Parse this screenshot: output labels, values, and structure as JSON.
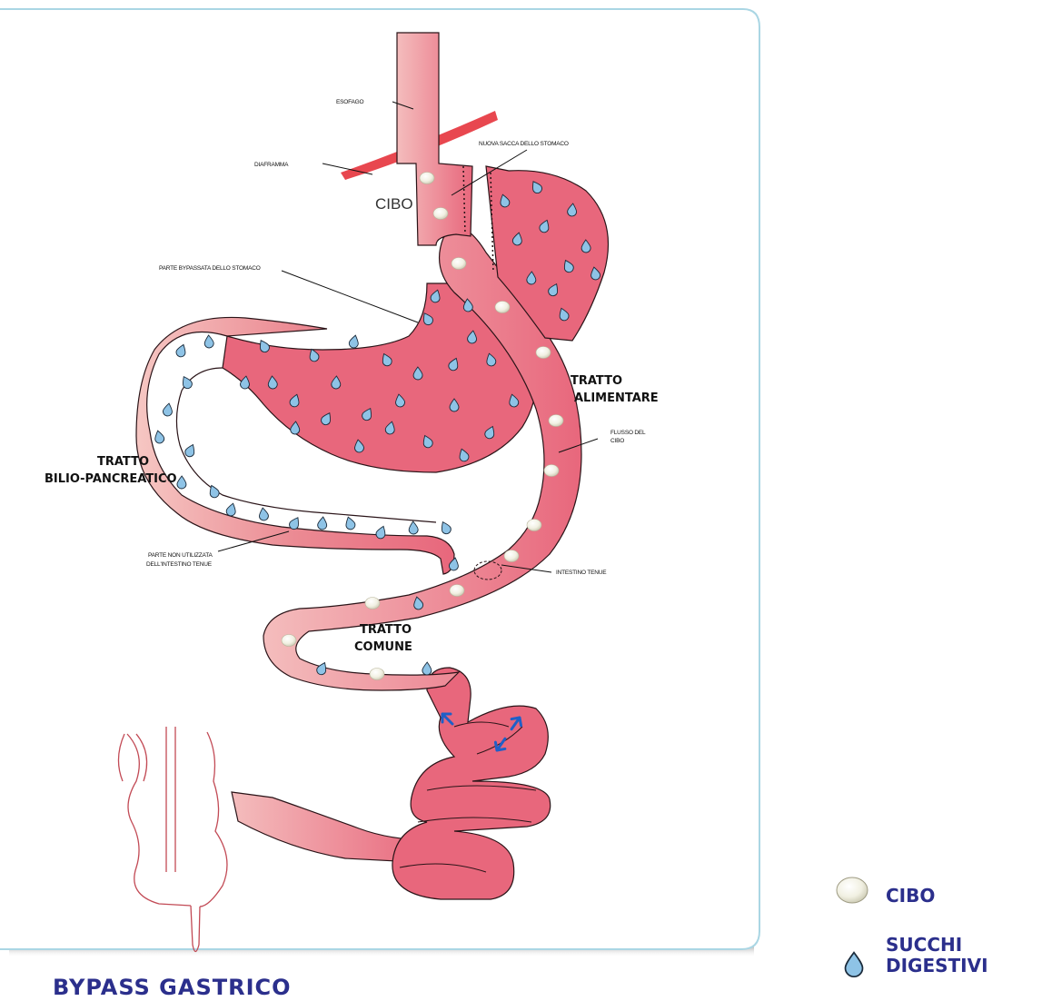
{
  "title": "BYPASS  GASTRICO",
  "labels": {
    "esofago": "ESOFAGO",
    "diaframma": "DIAFRAMMA",
    "nuova_sacca": "NUOVA SACCA DELLO STOMACO",
    "cibo_inner": "CIBO",
    "parte_bypassata": "PARTE BYPASSATA DELLO STOMACO",
    "tratto_alimentare_1": "TRATTO",
    "tratto_alimentare_2": "ALIMENTARE",
    "flusso_1": "FLUSSO DEL",
    "flusso_2": "CIBO",
    "tratto_bilio_1": "TRATTO",
    "tratto_bilio_2": "BILIO-PANCREATICO",
    "parte_non_1": "PARTE NON UTILIZZATA",
    "parte_non_2": "DELL'INTESTINO TENUE",
    "intestino_tenue": "INTESTINO TENUE",
    "tratto_comune_1": "TRATTO",
    "tratto_comune_2": "COMUNE"
  },
  "legend": {
    "cibo": "CIBO",
    "succhi_1": "SUCCHI",
    "succhi_2": "DIGESTIVI"
  },
  "colors": {
    "organ_fill": "#e8677c",
    "organ_light": "#f2b2b6",
    "organ_outline": "#2a1418",
    "diaphragm": "#e8474f",
    "frame": "#aad6e4",
    "accent_text": "#2b2f8c",
    "juice_drop": "#8ec3e6",
    "arrow_blue": "#1f5fc7",
    "colon_outline": "#c24a55"
  }
}
